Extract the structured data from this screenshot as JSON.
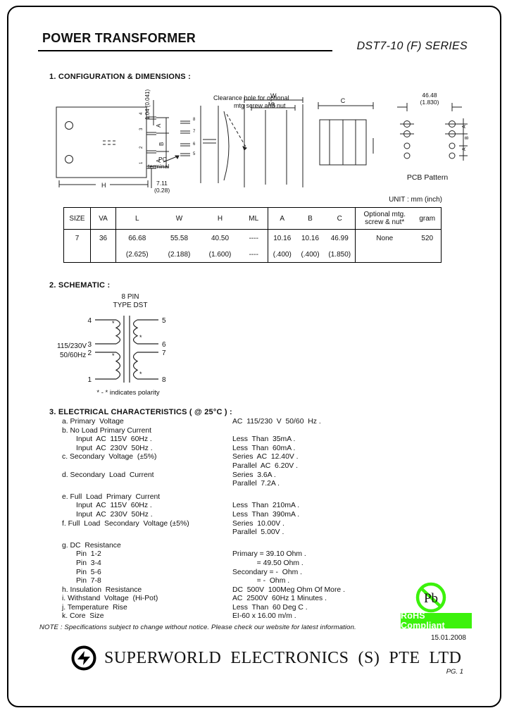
{
  "colors": {
    "rohs_green": "#3CF20C",
    "ink": "#111111"
  },
  "header": {
    "title": "POWER TRANSFORMER",
    "series": "DST7-10 (F) SERIES"
  },
  "section1": {
    "heading": "1. CONFIGURATION & DIMENSIONS :",
    "unit_note": "UNIT : mm (inch)"
  },
  "diagram": {
    "clearance_note": [
      "Clearance hole for optional",
      "mtg screw and nut"
    ],
    "pin_thickness_dim": "1.04 (0.041)",
    "pc_terminal_label": [
      "PC",
      "terminal"
    ],
    "pin_length_dim_mm": "7.11",
    "pin_length_dim_inch": "(0.28)",
    "dim_h": "H",
    "dim_w": "W",
    "dim_ml": "ML",
    "dim_c": "C",
    "dim_a1": "A",
    "dim_b": "B",
    "dim_a2": "A",
    "left_pins": [
      "4",
      "3",
      "2",
      "1"
    ],
    "front_pins": [
      "8",
      "7",
      "6",
      "5"
    ],
    "pcb_dim_mm": "46.48",
    "pcb_dim_inch": "(1.830)",
    "pcb_dim_a1": "A",
    "pcb_dim_b": "B",
    "pcb_dim_a2": "A",
    "pcb_caption": "PCB Pattern"
  },
  "dims_table": {
    "headers": {
      "size": "SIZE",
      "va": "VA",
      "l": "L",
      "w": "W",
      "h": "H",
      "ml": "ML",
      "a": "A",
      "b": "B",
      "c": "C",
      "optional": "Optional mtg.\nscrew & nut*",
      "gram": "gram"
    },
    "row_mm": {
      "size": "7",
      "va": "36",
      "l": "66.68",
      "w": "55.58",
      "h": "40.50",
      "ml": "----",
      "a": "10.16",
      "b": "10.16",
      "c": "46.99",
      "optional": "None",
      "gram": "520"
    },
    "row_inch": {
      "size": "",
      "va": "",
      "l": "(2.625)",
      "w": "(2.188)",
      "h": "(1.600)",
      "ml": "----",
      "a": "(.400)",
      "b": "(.400)",
      "c": "(1.850)",
      "optional": "",
      "gram": ""
    }
  },
  "section2": {
    "heading": "2. SCHEMATIC :"
  },
  "schematic": {
    "type_label": [
      "8 PIN",
      "TYPE DST"
    ],
    "pins_left": [
      "4",
      "3",
      "2",
      "1"
    ],
    "pins_right": [
      "5",
      "6",
      "7",
      "8"
    ],
    "primary_label": [
      "115/230V",
      "50/60Hz"
    ],
    "polarity_note": "* - * indicates polarity"
  },
  "section3": {
    "heading": "3. ELECTRICAL CHARACTERISTICS ( @ 25°C ) :",
    "items": [
      {
        "label": "a. Primary  Voltage",
        "value": "AC  115/230  V  50/60  Hz ."
      },
      {
        "label": "b. No Load Primary Current",
        "value": ""
      },
      {
        "label": "Input  AC  115V  60Hz .",
        "value": "Less  Than  35mA .",
        "indent": true
      },
      {
        "label": "Input  AC  230V  50Hz .",
        "value": "Less  Than  60mA .",
        "indent": true
      },
      {
        "label": "c. Secondary  Voltage  (±5%)",
        "value": "Series  AC  12.40V ."
      },
      {
        "label": "",
        "value": "Parallel  AC  6.20V ."
      },
      {
        "label": "d. Secondary  Load  Current",
        "value": "Series  3.6A ."
      },
      {
        "label": "",
        "value": "Parallel  7.2A ."
      },
      {
        "label": "e. Full  Load  Primary  Current",
        "value": "",
        "gap": true
      },
      {
        "label": "Input  AC  115V  60Hz .",
        "value": "Less  Than  210mA .",
        "indent": true
      },
      {
        "label": "Input  AC  230V  50Hz .",
        "value": "Less  Than  390mA .",
        "indent": true
      },
      {
        "label": "f. Full  Load  Secondary  Voltage (±5%)",
        "value": "Series  10.00V ."
      },
      {
        "label": "",
        "value": "Parallel  5.00V ."
      },
      {
        "label": "g. DC  Resistance",
        "value": "",
        "gap": true
      },
      {
        "label": "Pin  1-2",
        "value": "Primary = 39.10 Ohm .",
        "indent": true
      },
      {
        "label": "Pin  3-4",
        "value": "            = 49.50 Ohm .",
        "indent": true
      },
      {
        "label": "Pin  5-6",
        "value": "Secondary = -  Ohm .",
        "indent": true
      },
      {
        "label": "Pin  7-8",
        "value": "            = -  Ohm .",
        "indent": true
      },
      {
        "label": "h. Insulation  Resistance",
        "value": "DC  500V  100Meg Ohm Of More ."
      },
      {
        "label": "i. Withstand  Voltage  (Hi-Pot)",
        "value": "AC  2500V  60Hz 1 Minutes ."
      },
      {
        "label": "j. Temperature  Rise",
        "value": "Less  Than  60 Deg C ."
      },
      {
        "label": "k. Core  Size",
        "value": "EI-60 x 16.00 m/m ."
      }
    ]
  },
  "footer": {
    "note": "NOTE : Specifications subject to change without notice. Please check our website for latest information.",
    "date": "15.01.2008",
    "company": "SUPERWORLD  ELECTRONICS  (S)  PTE  LTD",
    "page": "PG. 1",
    "rohs_badge": "RoHS Compliant",
    "pb_symbol": "Pb"
  }
}
